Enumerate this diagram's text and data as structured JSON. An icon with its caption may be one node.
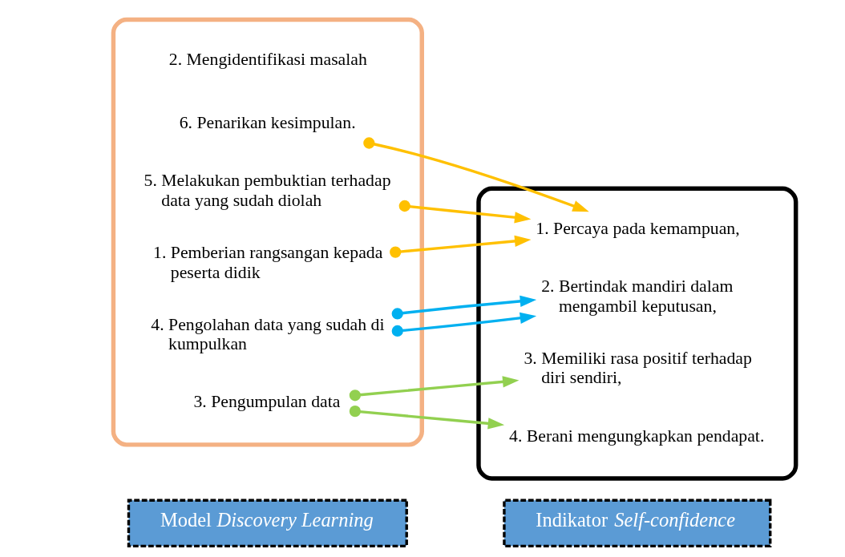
{
  "diagram": {
    "nodes": [
      {
        "text": [
          "Model *Discovery Learning*"
        ]
      },
      {
        "text": [],
        "shape": "box"
      },
      {
        "text": [
          "1. Pemberian rangsangan kepada peserta didik"
        ],
        "in": 1
      },
      {
        "text": [
          "2. Mengidentifikasi masalah"
        ],
        "in": 1
      },
      {
        "text": [
          "3. Pengumpulan data"
        ],
        "in": 1
      },
      {
        "text": [
          "4. Pengolahan data yang sudah di kumpulkan"
        ],
        "in": 1
      },
      {
        "text": [
          "5. Melakukan pembuktian terhadap data yang sudah diolah"
        ],
        "in": 1
      },
      {
        "text": [
          "6. Penarikan kesimpulan."
        ],
        "in": 1
      },
      {
        "text": [
          "Indikator *Self-confidence*"
        ]
      },
      {
        "text": [],
        "shape": "box"
      },
      {
        "text": [
          "1. Percaya pada kemampuan,"
        ],
        "in": 9
      },
      {
        "text": [
          "2. Bertindak mandiri dalam mengambil keputusan,"
        ],
        "in": 9
      },
      {
        "text": [
          "3. Memiliki rasa positif terhadap diri sendiri,"
        ],
        "in": 9
      },
      {
        "text": [
          "4. Berani mengungkapkan pendapat."
        ],
        "in": 9
      }
    ],
    "edges": [
      {
        "from": 2,
        "to": 10,
        "arrow": "to",
        "color": "#ffc000"
      },
      {
        "from": 4,
        "to": 12,
        "arrow": "to",
        "color": "#92d050"
      },
      {
        "from": 4,
        "to": 13,
        "arrow": "to",
        "color": "#92d050"
      },
      {
        "from": 5,
        "to": 11,
        "arrow": "to",
        "color": "#00b0f0"
      },
      {
        "from": 5,
        "to": 11,
        "arrow": "to",
        "color": "#00b0f0"
      },
      {
        "from": 6,
        "to": 10,
        "arrow": "to",
        "color": "#ffc000"
      },
      {
        "from": 7,
        "to": 10,
        "arrow": "to",
        "color": "#ffc000"
      }
    ]
  }
}
